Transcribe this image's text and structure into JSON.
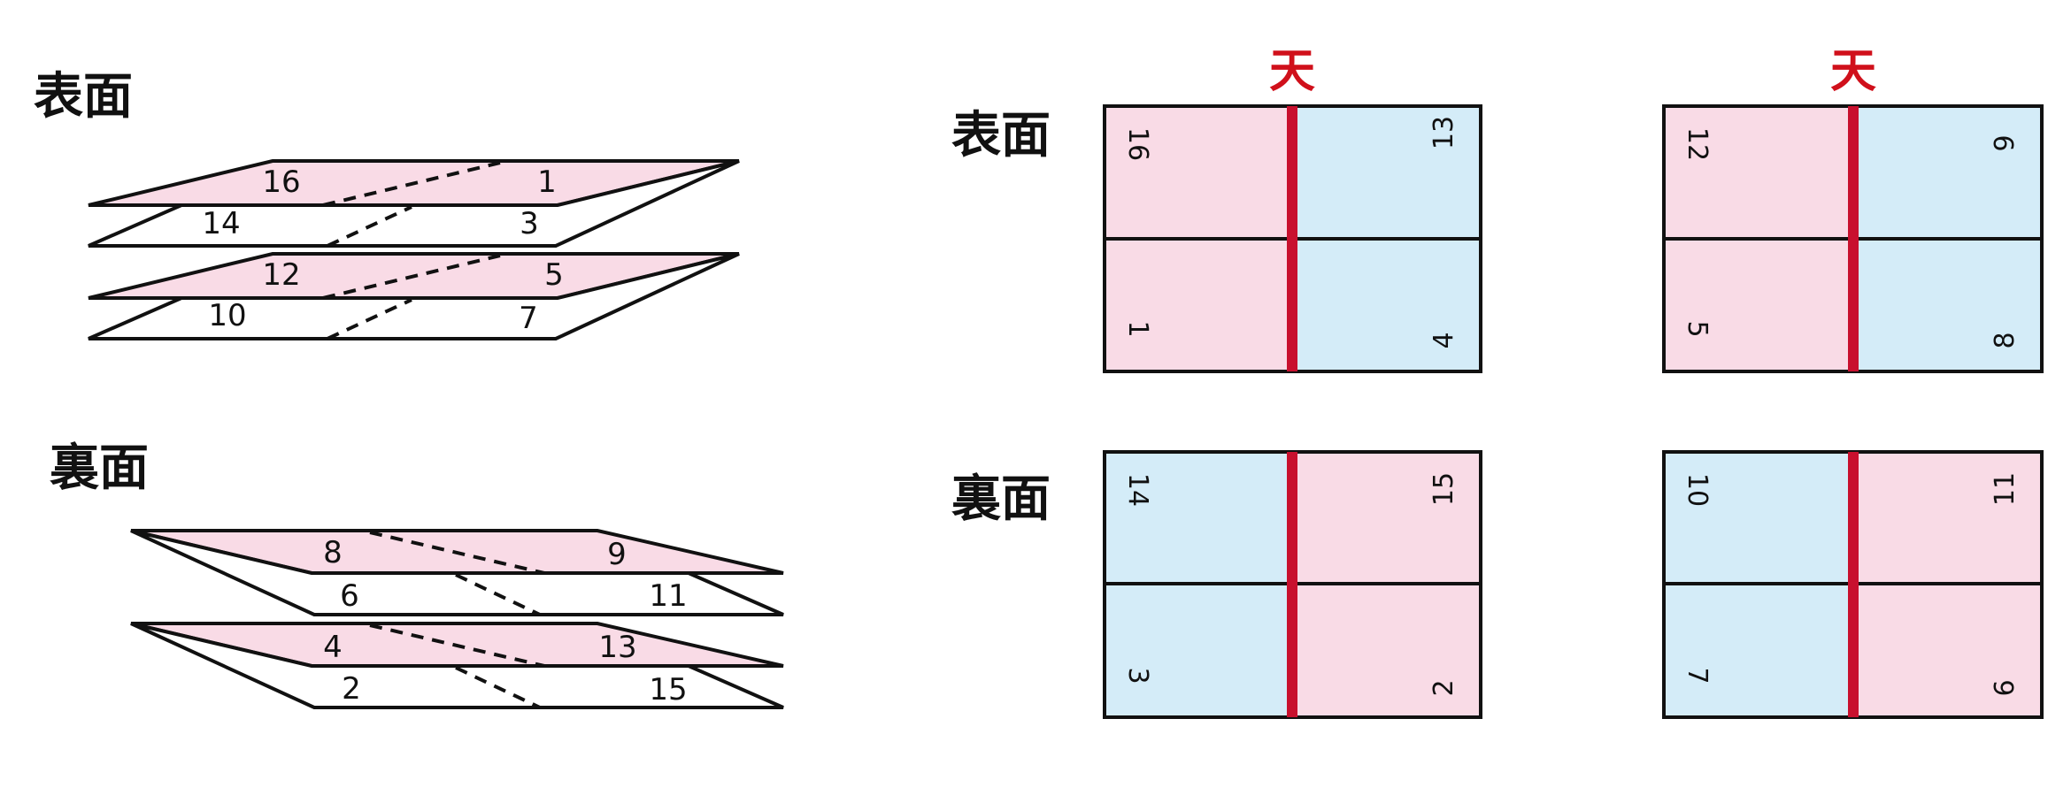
{
  "left": {
    "front_title": "表面",
    "back_title": "裏面",
    "front_stack": [
      {
        "top": "16",
        "top_right": "1",
        "bottom": "14",
        "bottom_right": "3"
      },
      {
        "top": "12",
        "top_right": "5",
        "bottom": "10",
        "bottom_right": "7"
      }
    ],
    "back_stack": [
      {
        "top": "8",
        "top_right": "9",
        "bottom": "6",
        "bottom_right": "11"
      },
      {
        "top": "4",
        "top_right": "13",
        "bottom": "2",
        "bottom_right": "15"
      }
    ]
  },
  "right": {
    "front_label": "表面",
    "back_label": "裏面",
    "top_marker": "天",
    "sheets": [
      {
        "tl": "16",
        "tr": "13",
        "bl": "1",
        "br": "4"
      },
      {
        "tl": "12",
        "tr": "9",
        "bl": "5",
        "br": "8"
      },
      {
        "tl": "14",
        "tr": "15",
        "bl": "3",
        "br": "2"
      },
      {
        "tl": "10",
        "tr": "11",
        "bl": "7",
        "br": "6"
      }
    ]
  },
  "colors": {
    "pink": "#f9dbe6",
    "blue": "#d4ecf8",
    "red_spine": "#c8102e",
    "ten_red": "#d0101b",
    "line": "#111111"
  }
}
